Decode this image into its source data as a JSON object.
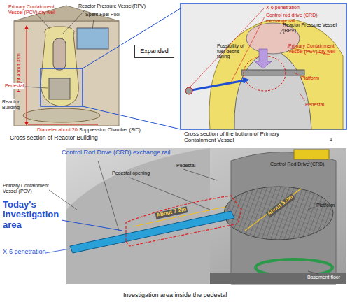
{
  "diagram": {
    "nodes": [
      {
        "text": [
          "Expanded"
        ]
      }
    ],
    "labels": [
      "Primary Containment Vessel (PCV) dry well",
      "Reactor Pressure Vessel(RPV)",
      "Spent Fuel Pool",
      "Height about 33m",
      "Pedestal",
      "Reactor Building",
      "Diameter about 20m",
      "Suppression Chamber (S/C)",
      "Cross section of Reactor Building",
      "X-6 penetration",
      "Control rod drive (CRD) exchange rail",
      "Reactor Pressure Vessel (RPV)",
      "Possibility of fuel debris falling",
      "Primary Containment Vessel (PCV) dry well",
      "Platform",
      "Pedestal",
      "Cross section of the bottom of Primary Containment Vessel",
      "1",
      "Control Rod Drive (CRD) exchange rail",
      "Pedestal opening",
      "Pedestal",
      "Control Rod Drive (CRD)",
      "Primary Containment Vessel (PCV)",
      "Platform",
      "Today's investigation area",
      "About 7.2m",
      "About 5.0m",
      "X-6 penetration",
      "Basement floor",
      "Investigation area inside the pedestal"
    ]
  }
}
